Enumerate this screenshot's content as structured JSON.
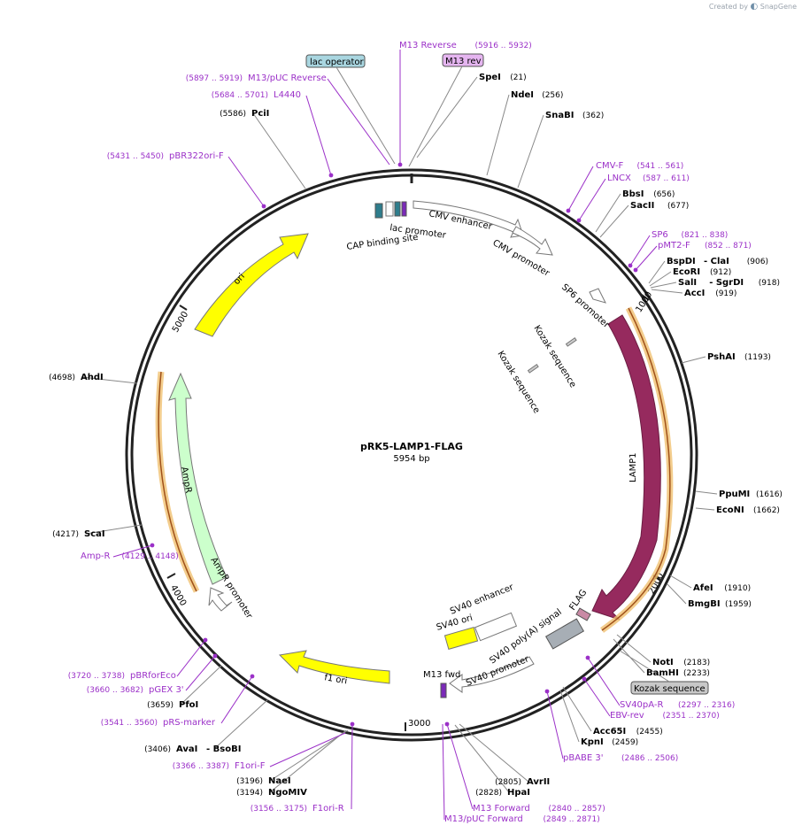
{
  "credit": {
    "prefix": "Created by",
    "brand": "SnapGene"
  },
  "plasmid": {
    "name": "pRK5-LAMP1-FLAG",
    "length_label": "5954 bp",
    "length": 5954
  },
  "ticks": [
    "1000",
    "2000",
    "3000",
    "4000",
    "5000"
  ],
  "colors": {
    "enzyme": "#000000",
    "primer": "#9b30c8",
    "line": "#888888",
    "backbone": "#222222"
  },
  "enzymes": [
    {
      "name": "SpeI",
      "pos": "(21)"
    },
    {
      "name": "NdeI",
      "pos": "(256)"
    },
    {
      "name": "SnaBI",
      "pos": "(362)"
    },
    {
      "name": "BbsI",
      "pos": "(656)"
    },
    {
      "name": "SacII",
      "pos": "(677)"
    },
    {
      "name": "BspDI",
      "pos": "(906)",
      "name2": "ClaI"
    },
    {
      "name": "EcoRI",
      "pos": "(912)"
    },
    {
      "name": "SalI",
      "pos": "(918)",
      "name2": "SgrDI"
    },
    {
      "name": "AccI",
      "pos": "(919)"
    },
    {
      "name": "PshAI",
      "pos": "(1193)"
    },
    {
      "name": "PpuMI",
      "pos": "(1616)"
    },
    {
      "name": "EcoNI",
      "pos": "(1662)"
    },
    {
      "name": "AfeI",
      "pos": "(1910)"
    },
    {
      "name": "BmgBI",
      "pos": "(1959)"
    },
    {
      "name": "NotI",
      "pos": "(2183)"
    },
    {
      "name": "BamHI",
      "pos": "(2233)"
    },
    {
      "name": "Acc65I",
      "pos": "(2455)"
    },
    {
      "name": "KpnI",
      "pos": "(2459)"
    },
    {
      "name": "AvrII",
      "pos": "(2805)"
    },
    {
      "name": "HpaI",
      "pos": "(2828)"
    },
    {
      "name": "NaeI",
      "pos": "(3196)"
    },
    {
      "name": "NgoMIV",
      "pos": "(3194)"
    },
    {
      "name": "AvaI",
      "pos": "(3406)",
      "name2": "BsoBI"
    },
    {
      "name": "PfoI",
      "pos": "(3659)"
    },
    {
      "name": "ScaI",
      "pos": "(4217)"
    },
    {
      "name": "AhdI",
      "pos": "(4698)"
    },
    {
      "name": "PciI",
      "pos": "(5586)"
    }
  ],
  "primers": [
    {
      "name": "M13 Reverse",
      "range": "(5916 .. 5932)"
    },
    {
      "name": "M13/pUC Reverse",
      "range": "(5897 .. 5919)"
    },
    {
      "name": "L4440",
      "range": "(5684 .. 5701)"
    },
    {
      "name": "pBR322ori-F",
      "range": "(5431 .. 5450)"
    },
    {
      "name": "CMV-F",
      "range": "(541 .. 561)"
    },
    {
      "name": "LNCX",
      "range": "(587 .. 611)"
    },
    {
      "name": "SP6",
      "range": "(821 .. 838)"
    },
    {
      "name": "pMT2-F",
      "range": "(852 .. 871)"
    },
    {
      "name": "SV40pA-R",
      "range": "(2297 .. 2316)"
    },
    {
      "name": "EBV-rev",
      "range": "(2351 .. 2370)"
    },
    {
      "name": "pBABE 3'",
      "range": "(2486 .. 2506)"
    },
    {
      "name": "M13 Forward",
      "range": "(2840 .. 2857)"
    },
    {
      "name": "M13/pUC Forward",
      "range": "(2849 .. 2871)"
    },
    {
      "name": "F1ori-F",
      "range": "(3366 .. 3387)"
    },
    {
      "name": "F1ori-R",
      "range": "(3156 .. 3175)"
    },
    {
      "name": "pRS-marker",
      "range": "(3541 .. 3560)"
    },
    {
      "name": "pGEX 3'",
      "range": "(3660 .. 3682)"
    },
    {
      "name": "pBRforEco",
      "range": "(3720 .. 3738)"
    },
    {
      "name": "Amp-R",
      "range": "(4129 .. 4148)"
    }
  ],
  "boxes": {
    "lac_operator": "lac operator",
    "m13_rev": "M13 rev",
    "kozak": "Kozak sequence"
  },
  "features": {
    "cmv_enhancer": "CMV enhancer",
    "cmv_promoter": "CMV promoter",
    "sp6_promoter": "SP6 promoter",
    "kozak1": "Kozak sequence",
    "kozak2": "Kozak sequence",
    "lamp1": "LAMP1",
    "flag": "FLAG",
    "sv40_polya": "SV40 poly(A) signal",
    "sv40_enhancer": "SV40 enhancer",
    "sv40_ori": "SV40 ori",
    "sv40_promoter": "SV40 promoter",
    "m13_fwd": "M13 fwd",
    "f1_ori": "f1 ori",
    "ampr": "AmpR",
    "ampr_promoter": "AmpR promoter",
    "ori": "ori",
    "lac_promoter": "lac promoter",
    "cap_site": "CAP binding site"
  }
}
